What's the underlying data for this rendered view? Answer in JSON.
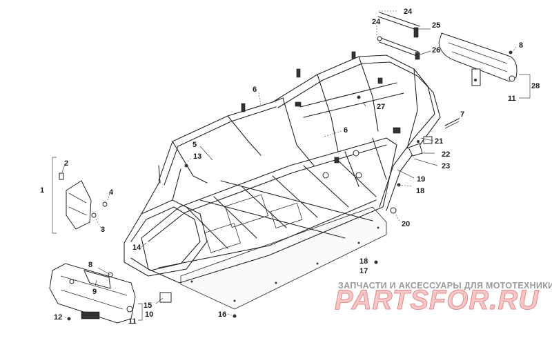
{
  "callouts": [
    {
      "id": "c24a",
      "label": "24"
    },
    {
      "id": "c24b",
      "label": "24"
    },
    {
      "id": "c25",
      "label": "25"
    },
    {
      "id": "c26",
      "label": "26"
    },
    {
      "id": "c8a",
      "label": "8"
    },
    {
      "id": "c28",
      "label": "28"
    },
    {
      "id": "c11a",
      "label": "11"
    },
    {
      "id": "c6a",
      "label": "6"
    },
    {
      "id": "c27",
      "label": "27"
    },
    {
      "id": "c7",
      "label": "7"
    },
    {
      "id": "c6b",
      "label": "6"
    },
    {
      "id": "c21",
      "label": "21"
    },
    {
      "id": "c22",
      "label": "22"
    },
    {
      "id": "c23",
      "label": "23"
    },
    {
      "id": "c5",
      "label": "5"
    },
    {
      "id": "c13",
      "label": "13"
    },
    {
      "id": "c2",
      "label": "2"
    },
    {
      "id": "c1",
      "label": "1"
    },
    {
      "id": "c4",
      "label": "4"
    },
    {
      "id": "c3",
      "label": "3"
    },
    {
      "id": "c19",
      "label": "19"
    },
    {
      "id": "c18a",
      "label": "18"
    },
    {
      "id": "c20",
      "label": "20"
    },
    {
      "id": "c14",
      "label": "14"
    },
    {
      "id": "c18b",
      "label": "18"
    },
    {
      "id": "c17",
      "label": "17"
    },
    {
      "id": "c8b",
      "label": "8"
    },
    {
      "id": "c9",
      "label": "9"
    },
    {
      "id": "c15",
      "label": "15"
    },
    {
      "id": "c10",
      "label": "10"
    },
    {
      "id": "c11b",
      "label": "11"
    },
    {
      "id": "c12",
      "label": "12"
    },
    {
      "id": "c16",
      "label": "16"
    }
  ],
  "watermark": {
    "tagline": "ЗАПЧАСТИ И АКСЕССУАРЫ ДЛЯ МОТОТЕХНИКИ",
    "brand": "PARTSFOR.RU",
    "brand_color": "#e06060"
  }
}
